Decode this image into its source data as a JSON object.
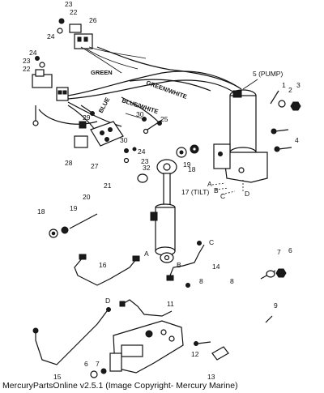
{
  "footer": {
    "text": "MercuryPartsOnline v2.5.1 (Image Copyright- Mercury Marine)"
  },
  "labels": {
    "pump": "5 (PUMP)",
    "tilt": "17 (TILT)",
    "green": "GREEN",
    "green_white": "GREEN/WHITE",
    "blue_white": "BLUE/WHITE",
    "blue": "BLUE"
  },
  "port_letters": [
    "A",
    "B",
    "C",
    "D"
  ],
  "part_numbers": [
    "1",
    "2",
    "3",
    "4",
    "6",
    "6",
    "7",
    "7",
    "8",
    "8",
    "9",
    "11",
    "12",
    "13",
    "14",
    "15",
    "16",
    "18",
    "18",
    "19",
    "19",
    "20",
    "21",
    "22",
    "22",
    "23",
    "23",
    "23",
    "24",
    "24",
    "24",
    "25",
    "26",
    "27",
    "28",
    "29",
    "30",
    "30",
    "32"
  ]
}
